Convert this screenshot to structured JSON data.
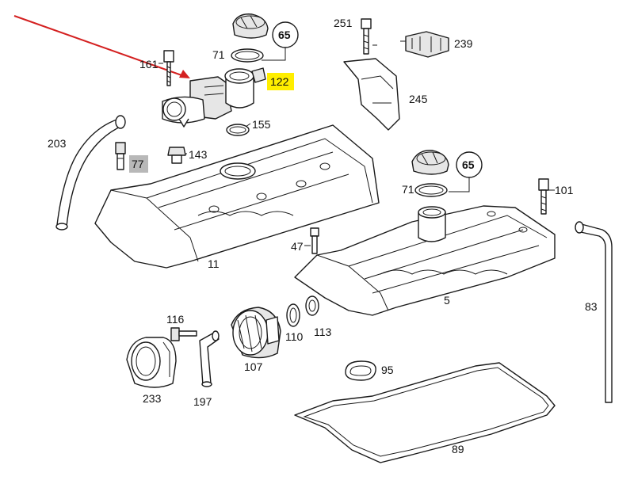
{
  "labels": {
    "p161": "161",
    "p71a": "71",
    "p65a": "65",
    "p122": "122",
    "p251": "251",
    "p239": "239",
    "p245": "245",
    "p155": "155",
    "p203": "203",
    "p77": "77",
    "p143": "143",
    "p65b": "65",
    "p71b": "71",
    "p101": "101",
    "p47": "47",
    "p11": "11",
    "p5": "5",
    "p83": "83",
    "p116": "116",
    "p110": "110",
    "p113": "113",
    "p107": "107",
    "p95": "95",
    "p233": "233",
    "p197": "197",
    "p89": "89"
  },
  "highlight": {
    "part": "122",
    "color": "#ffee00",
    "arrow_color": "#d42020"
  },
  "label_box_color": "#b8b8b8"
}
